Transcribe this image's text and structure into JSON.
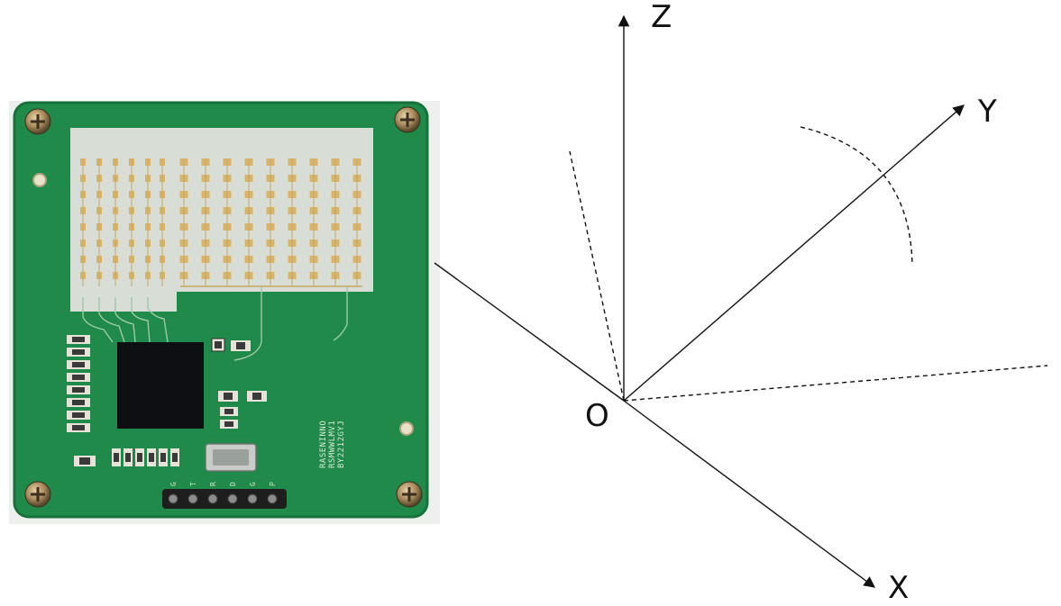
{
  "colors": {
    "pcb": "#1f8a4a",
    "pcb_edge": "#17713b",
    "antenna_area": "#d8ddd6",
    "patch": "#d9b36a",
    "chip": "#0d0f12",
    "axis": "#111111"
  },
  "board": {
    "silkscreen_lines": [
      "RASENINNO",
      "RSMWWLMV1",
      "BY2212GYJ"
    ],
    "pin_labels": [
      "G",
      "T",
      "R",
      "D",
      "G",
      "P"
    ]
  },
  "axes": {
    "origin_label": "O",
    "x_label": "X",
    "y_label": "Y",
    "z_label": "Z"
  },
  "icons": [
    "screw-icon"
  ]
}
